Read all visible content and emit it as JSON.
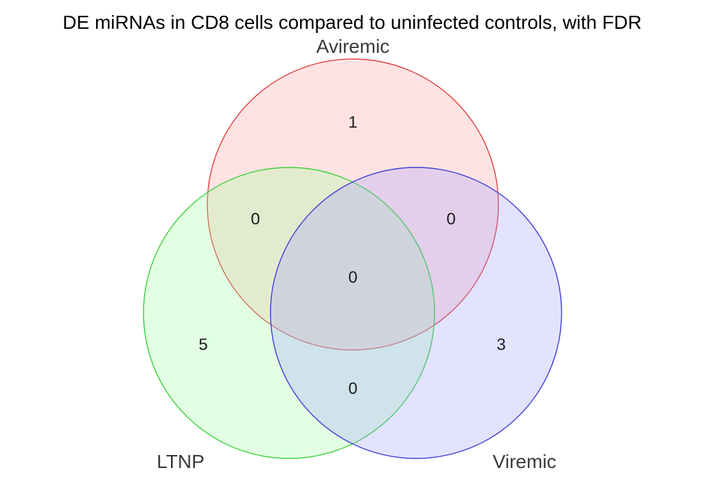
{
  "title": "DE miRNAs in CD8 cells compared to uninfected controls, with FDR",
  "chart_data": {
    "type": "venn",
    "sets": [
      {
        "label": "Aviremic",
        "color": "#e03c3c",
        "fill": "#ff9999"
      },
      {
        "label": "LTNP",
        "color": "#3cd03c",
        "fill": "#99ff99"
      },
      {
        "label": "Viremic",
        "color": "#3c3cd8",
        "fill": "#9999ff"
      }
    ],
    "regions": {
      "aviremic_only": "1",
      "ltnp_only": "5",
      "viremic_only": "3",
      "aviremic_ltnp": "0",
      "aviremic_viremic": "0",
      "ltnp_viremic": "0",
      "all_three": "0"
    }
  }
}
